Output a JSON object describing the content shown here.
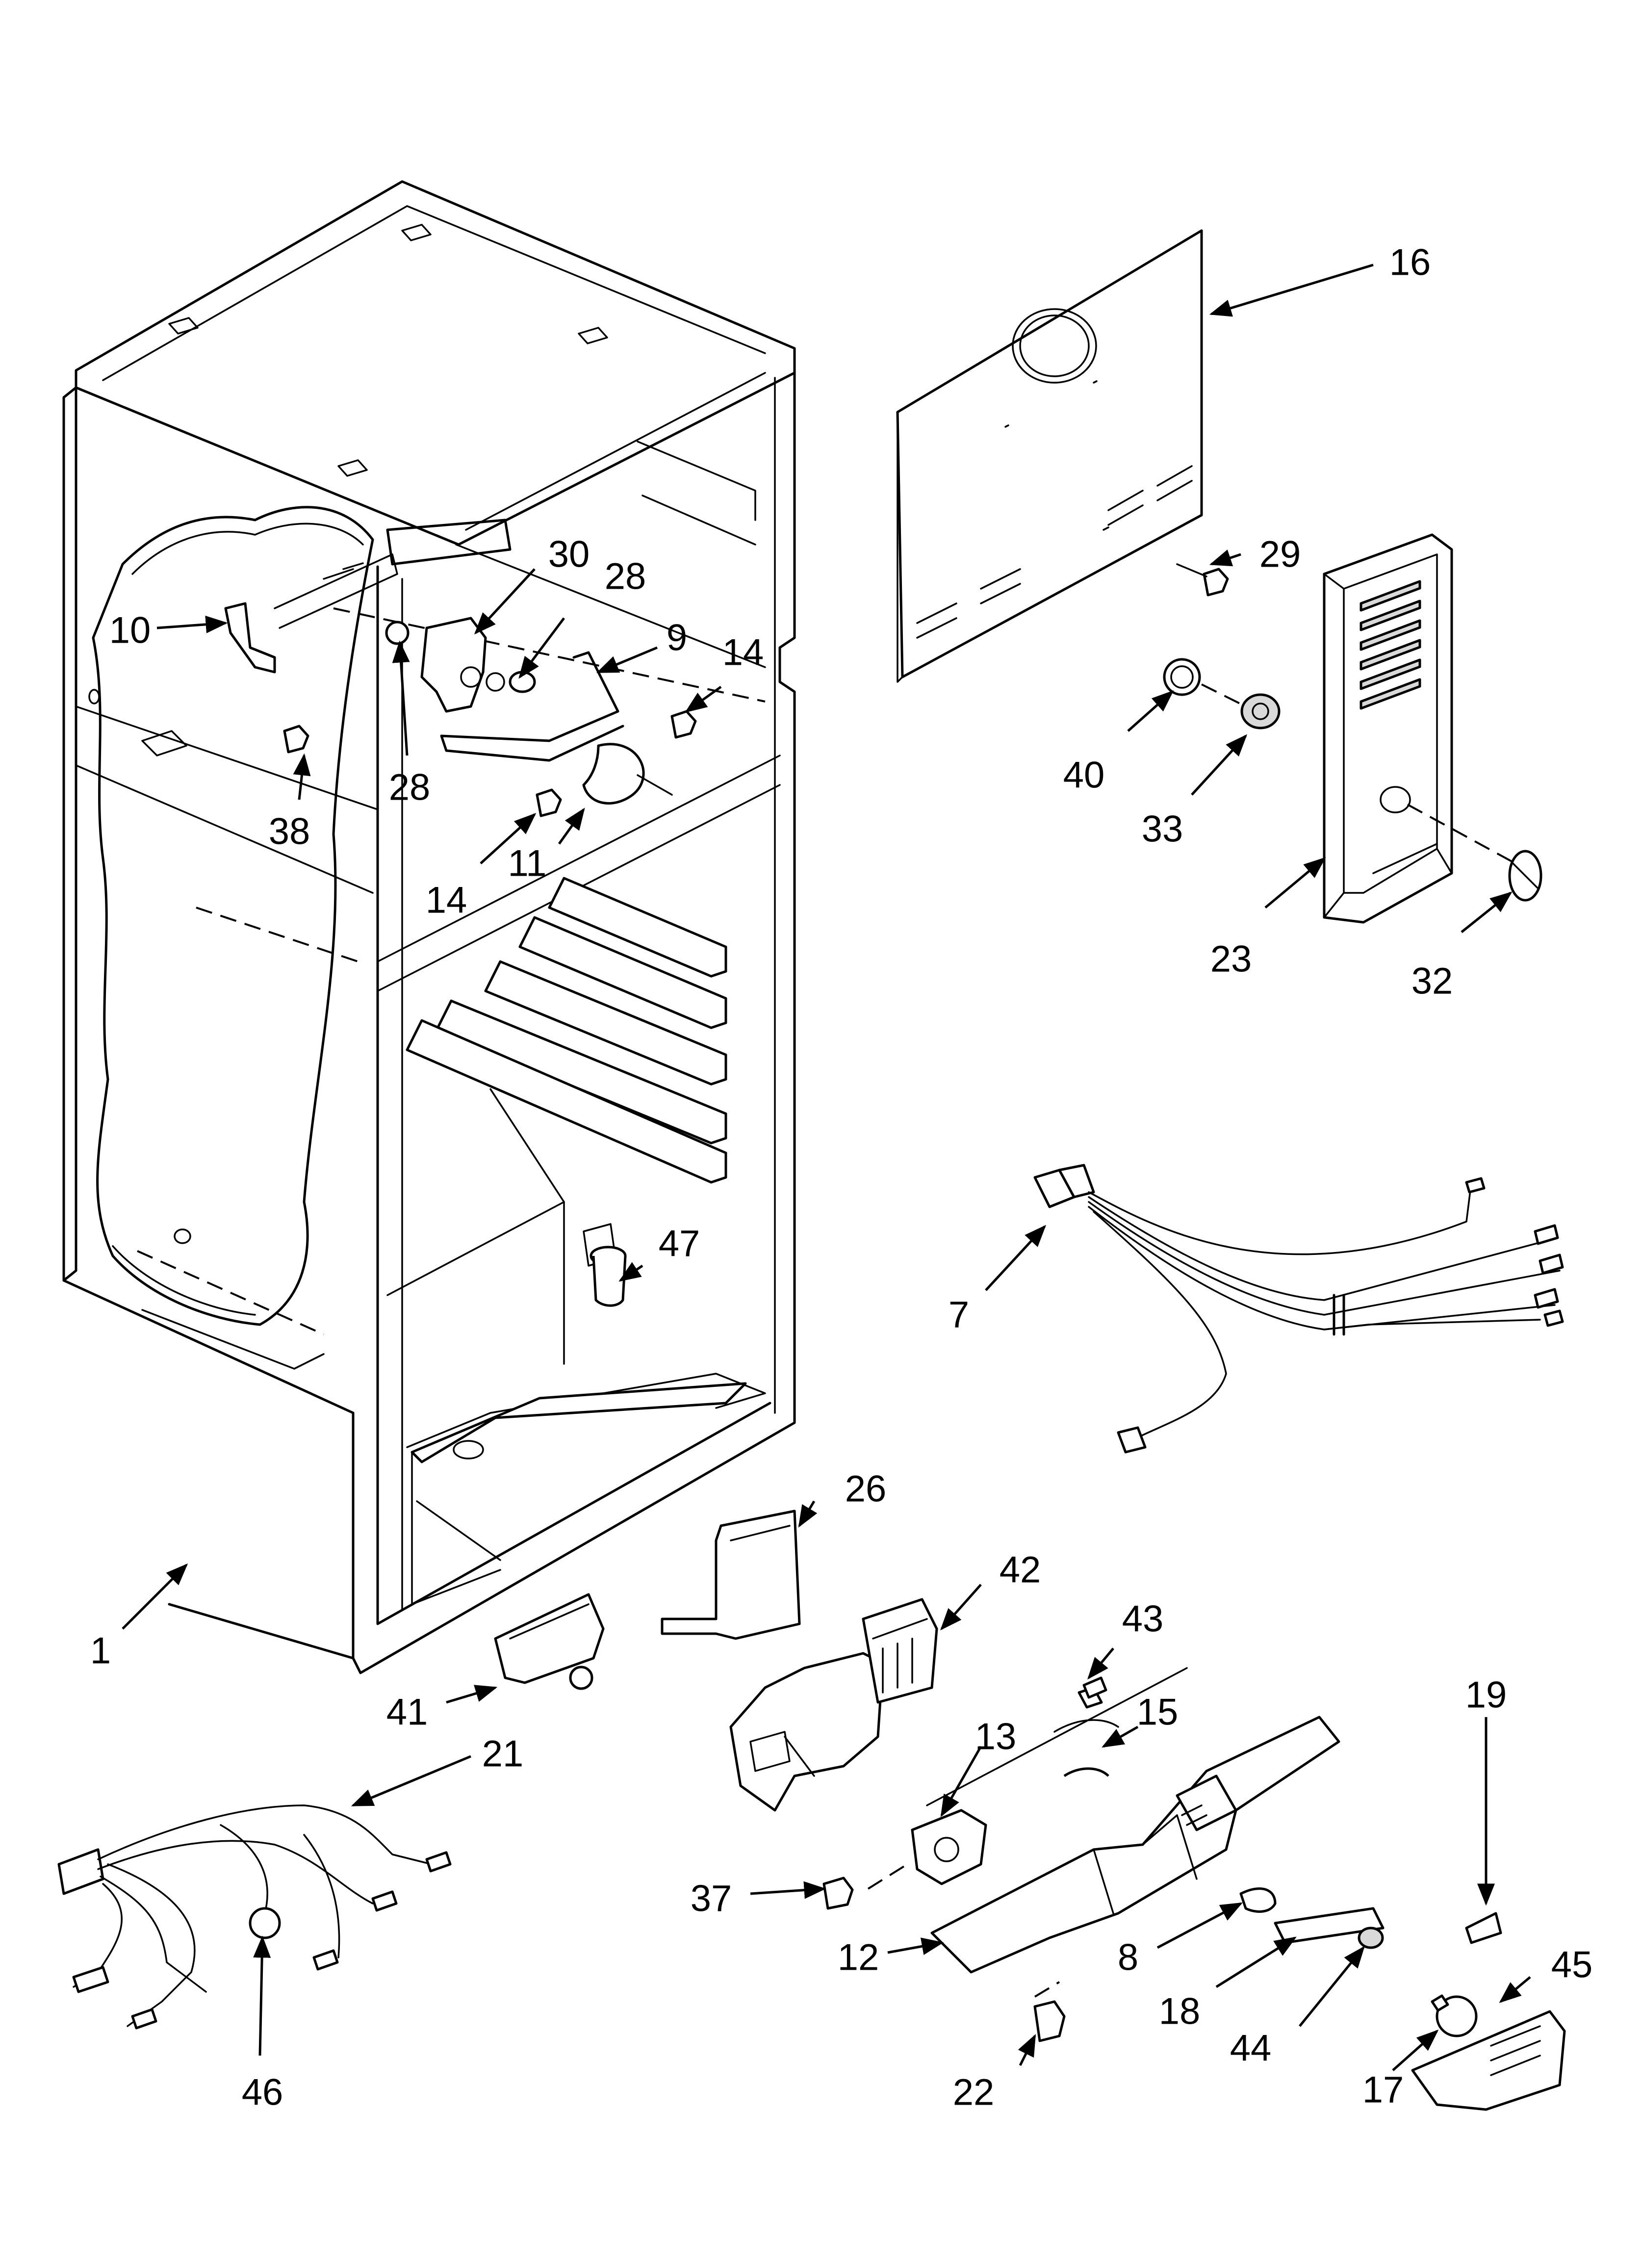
{
  "callouts": {
    "c1": "1",
    "c7": "7",
    "c8": "8",
    "c9": "9",
    "c10": "10",
    "c11": "11",
    "c12": "12",
    "c13": "13",
    "c14a": "14",
    "c14b": "14",
    "c15": "15",
    "c16": "16",
    "c17": "17",
    "c18": "18",
    "c19": "19",
    "c21": "21",
    "c22": "22",
    "c23": "23",
    "c26": "26",
    "c28a": "28",
    "c28b": "28",
    "c29": "29",
    "c30": "30",
    "c32": "32",
    "c33": "33",
    "c37": "37",
    "c38": "38",
    "c40": "40",
    "c41": "41",
    "c42": "42",
    "c43": "43",
    "c44": "44",
    "c45": "45",
    "c46": "46",
    "c47": "47"
  }
}
